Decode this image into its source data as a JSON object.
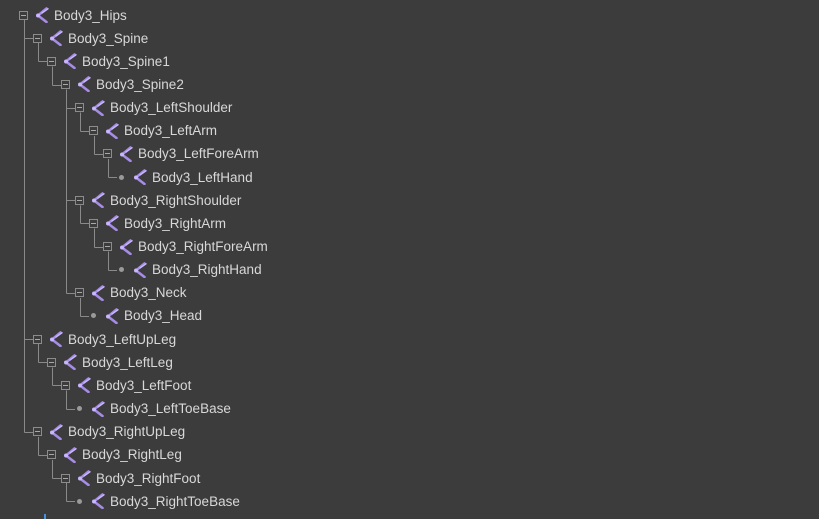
{
  "colors": {
    "background": "#3c3c3c",
    "text": "#d8d8d8",
    "guide_line": "#8a8a8a",
    "bone_icon": "#a78ce6",
    "bone_icon_highlight": "#c9b6ff"
  },
  "nodes": [
    {
      "label": "Body3_Hips",
      "depth": 0,
      "expandable": true,
      "icon": "bone-icon"
    },
    {
      "label": "Body3_Spine",
      "depth": 1,
      "expandable": true,
      "icon": "bone-icon"
    },
    {
      "label": "Body3_Spine1",
      "depth": 2,
      "expandable": true,
      "icon": "bone-icon"
    },
    {
      "label": "Body3_Spine2",
      "depth": 3,
      "expandable": true,
      "icon": "bone-icon"
    },
    {
      "label": "Body3_LeftShoulder",
      "depth": 4,
      "expandable": true,
      "icon": "bone-icon"
    },
    {
      "label": "Body3_LeftArm",
      "depth": 5,
      "expandable": true,
      "icon": "bone-icon"
    },
    {
      "label": "Body3_LeftForeArm",
      "depth": 6,
      "expandable": true,
      "icon": "bone-icon"
    },
    {
      "label": "Body3_LeftHand",
      "depth": 7,
      "expandable": false,
      "icon": "bone-icon"
    },
    {
      "label": "Body3_RightShoulder",
      "depth": 4,
      "expandable": true,
      "icon": "bone-icon"
    },
    {
      "label": "Body3_RightArm",
      "depth": 5,
      "expandable": true,
      "icon": "bone-icon"
    },
    {
      "label": "Body3_RightForeArm",
      "depth": 6,
      "expandable": true,
      "icon": "bone-icon"
    },
    {
      "label": "Body3_RightHand",
      "depth": 7,
      "expandable": false,
      "icon": "bone-icon"
    },
    {
      "label": "Body3_Neck",
      "depth": 4,
      "expandable": true,
      "icon": "bone-icon"
    },
    {
      "label": "Body3_Head",
      "depth": 5,
      "expandable": false,
      "icon": "bone-icon"
    },
    {
      "label": "Body3_LeftUpLeg",
      "depth": 1,
      "expandable": true,
      "icon": "bone-icon"
    },
    {
      "label": "Body3_LeftLeg",
      "depth": 2,
      "expandable": true,
      "icon": "bone-icon"
    },
    {
      "label": "Body3_LeftFoot",
      "depth": 3,
      "expandable": true,
      "icon": "bone-icon"
    },
    {
      "label": "Body3_LeftToeBase",
      "depth": 4,
      "expandable": false,
      "icon": "bone-icon"
    },
    {
      "label": "Body3_RightUpLeg",
      "depth": 1,
      "expandable": true,
      "icon": "bone-icon"
    },
    {
      "label": "Body3_RightLeg",
      "depth": 2,
      "expandable": true,
      "icon": "bone-icon"
    },
    {
      "label": "Body3_RightFoot",
      "depth": 3,
      "expandable": true,
      "icon": "bone-icon"
    },
    {
      "label": "Body3_RightToeBase",
      "depth": 4,
      "expandable": false,
      "icon": "bone-icon"
    }
  ]
}
